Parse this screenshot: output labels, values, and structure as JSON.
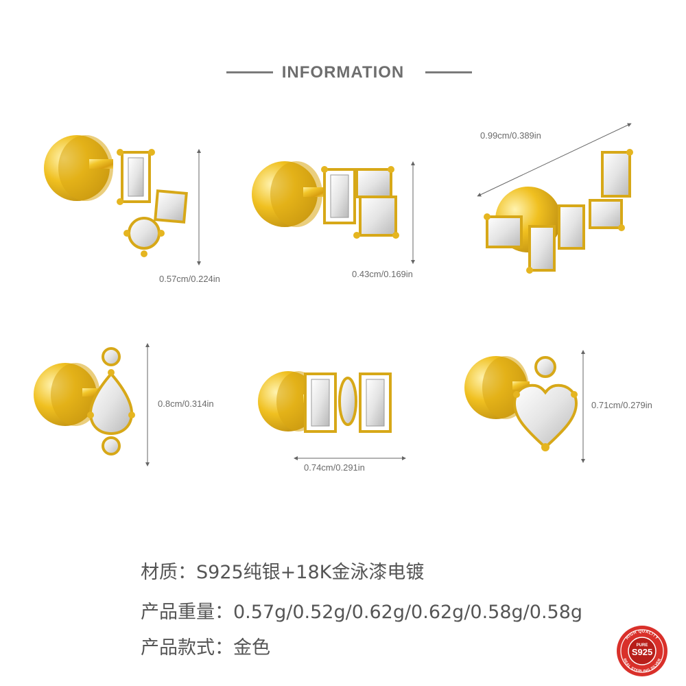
{
  "header": {
    "title": "INFORMATION"
  },
  "dimensions": [
    {
      "id": "p1",
      "label": "0.57cm/0.224in"
    },
    {
      "id": "p2",
      "label": "0.43cm/0.169in"
    },
    {
      "id": "p3",
      "label": "0.99cm/0.389in"
    },
    {
      "id": "p4",
      "label": "0.8cm/0.314in"
    },
    {
      "id": "p5",
      "label": "0.74cm/0.291in"
    },
    {
      "id": "p6",
      "label": "0.71cm/0.279in"
    }
  ],
  "specs": {
    "material": "材质：S925纯银+18K金泳漆电镀",
    "weight": "产品重量：0.57g/0.52g/0.62g/0.62g/0.58g/0.58g",
    "style": "产品款式：金色"
  },
  "badge": {
    "top_text": "HIGH QUALITY",
    "pure": "PURE",
    "mark": "S925",
    "bottom_text": "REAL STERLING SILVER"
  },
  "colors": {
    "gold": "#e8b820",
    "gold_dark": "#b8860b",
    "badge_red": "#d9302a",
    "line": "#7a7a7a"
  }
}
